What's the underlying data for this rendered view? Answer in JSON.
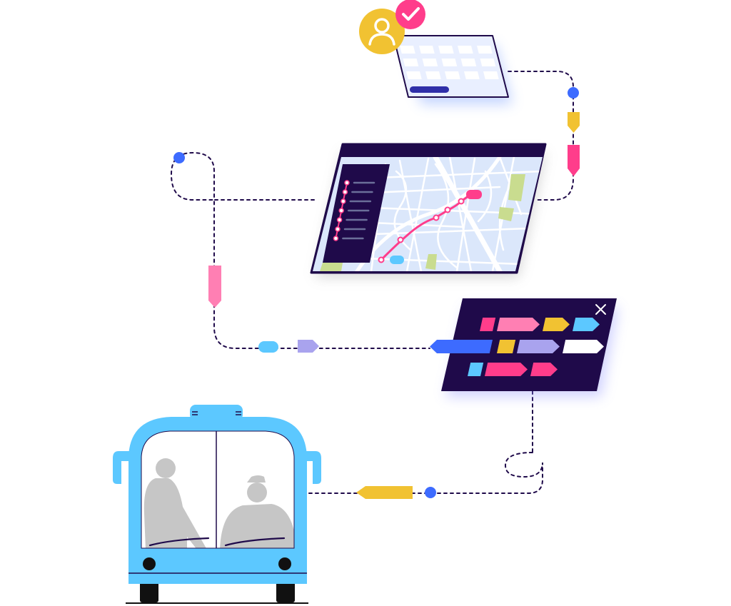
{
  "colors": {
    "navy": "#1f0a4a",
    "blue": "#3d6bff",
    "pink": "#ff3d8b",
    "pink_light": "#ff7fb3",
    "yellow": "#f1c232",
    "cyan": "#5cc8ff",
    "lavender": "#a9a3ee",
    "bus": "#5cc8ff",
    "map_bg": "#dbe7fb",
    "map_road": "#ffffff",
    "park": "#c9dc8f",
    "silhouette": "#c6c6c6",
    "calendar_bg": "#e9efff"
  },
  "icons": {
    "user": "user-avatar-icon",
    "check": "check-badge-icon",
    "close": "close-x-icon",
    "route_stop": "route-stop-icon"
  },
  "scene": {
    "calendar": {
      "rows": 3,
      "cols": 5
    },
    "map": {
      "list_rows": 7,
      "route_stops": 5
    },
    "schedule": {
      "rows": [
        [
          "pink",
          "pink_light",
          "yellow",
          "cyan"
        ],
        [
          "blue",
          "yellow",
          "lavender",
          "white"
        ],
        [
          "cyan",
          "pink",
          "pink"
        ]
      ]
    },
    "bus": {
      "passengers": 2
    }
  }
}
